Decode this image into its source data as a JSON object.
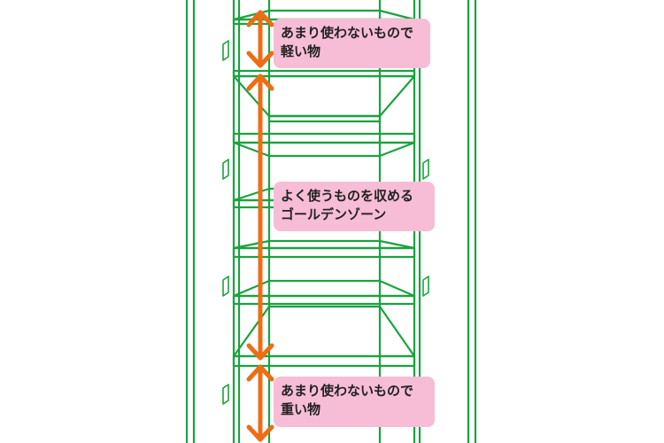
{
  "colors": {
    "shelf_line": "#1aa33f",
    "arrow": "#ee6d14",
    "label_bg": "#f7bdd6",
    "text": "#222222"
  },
  "labels": {
    "top": "あまり使わないもので\n軽い物",
    "middle": "よく使うものを収める\nゴールデンゾーン",
    "bottom": "あまり使わないもので\n重い物"
  }
}
